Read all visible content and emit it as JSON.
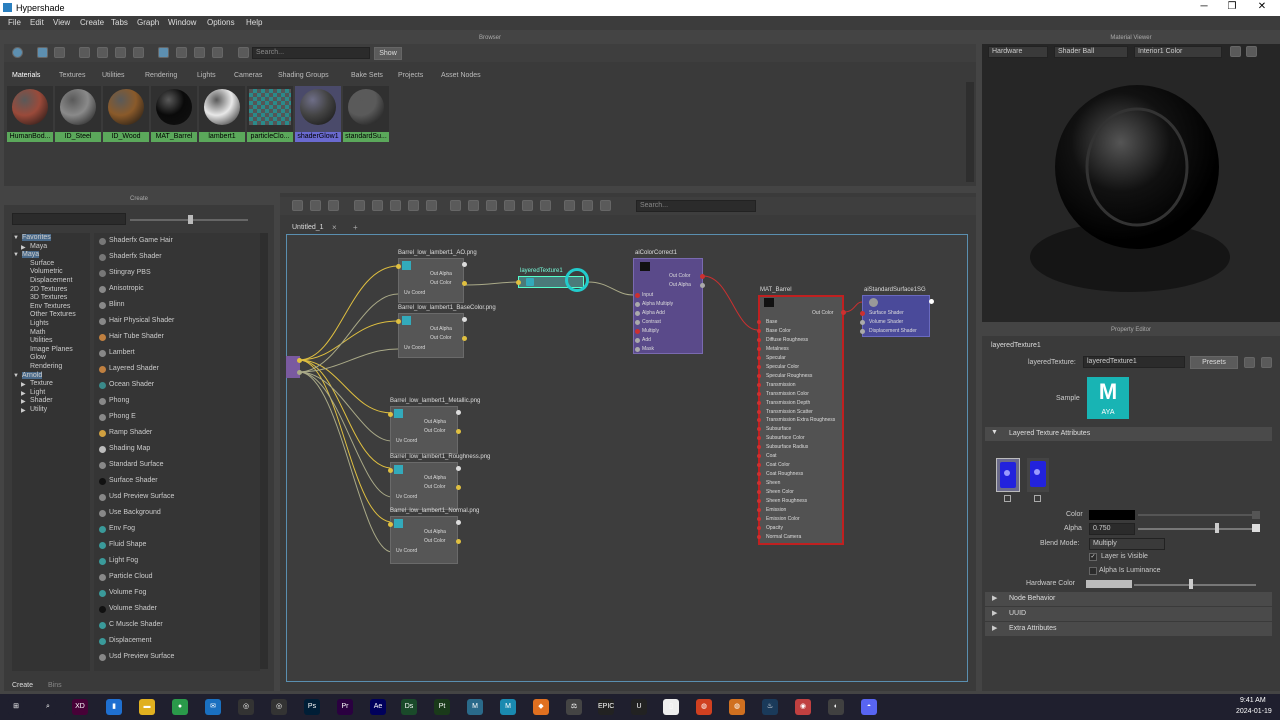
{
  "window": {
    "title": "Hypershade",
    "minimize": "─",
    "maximize": "❐",
    "close": "✕"
  },
  "menu": [
    "File",
    "Edit",
    "View",
    "Create",
    "Tabs",
    "Graph",
    "Window",
    "Options",
    "Help"
  ],
  "browser": {
    "header": "Browser",
    "search_placeholder": "Search...",
    "show_button": "Show",
    "tabs": [
      "Materials",
      "Textures",
      "Utilities",
      "Rendering",
      "Lights",
      "Cameras",
      "Shading Groups",
      "Bake Sets",
      "Projects",
      "Asset Nodes"
    ],
    "materials": [
      {
        "name": "HumanBod...",
        "color": "#9a4a3a"
      },
      {
        "name": "ID_Steel",
        "color": "#8a8a8a"
      },
      {
        "name": "ID_Wood",
        "color": "#8a5a2a"
      },
      {
        "name": "MAT_Barrel",
        "color": "#0a0a0a"
      },
      {
        "name": "lambert1",
        "color": "#e8e8e8"
      },
      {
        "name": "particleClo...",
        "color": "#2a8a8a"
      },
      {
        "name": "shaderGlow1",
        "color": "#444444"
      },
      {
        "name": "standardSu...",
        "color": "#5a5a5a"
      }
    ]
  },
  "material_viewer": {
    "header": "Material Viewer",
    "renderer": "Hardware",
    "mode": "Shader Ball",
    "env": "Interior1 Color"
  },
  "create": {
    "header": "Create",
    "tree": [
      {
        "label": "Favorites",
        "indent": 0,
        "expanded": true
      },
      {
        "label": "Maya",
        "indent": 1,
        "expanded": false
      },
      {
        "label": "Maya",
        "indent": 0,
        "expanded": true
      },
      {
        "label": "Surface",
        "indent": 1
      },
      {
        "label": "Volumetric",
        "indent": 1
      },
      {
        "label": "Displacement",
        "indent": 1
      },
      {
        "label": "2D Textures",
        "indent": 1
      },
      {
        "label": "3D Textures",
        "indent": 1
      },
      {
        "label": "Env Textures",
        "indent": 1
      },
      {
        "label": "Other Textures",
        "indent": 1
      },
      {
        "label": "Lights",
        "indent": 1
      },
      {
        "label": "Math",
        "indent": 1
      },
      {
        "label": "Utilities",
        "indent": 1
      },
      {
        "label": "Image Planes",
        "indent": 1
      },
      {
        "label": "Glow",
        "indent": 1
      },
      {
        "label": "Rendering",
        "indent": 1
      },
      {
        "label": "Arnold",
        "indent": 0,
        "expanded": true
      },
      {
        "label": "Texture",
        "indent": 1,
        "expanded": false
      },
      {
        "label": "Light",
        "indent": 1,
        "expanded": false
      },
      {
        "label": "Shader",
        "indent": 1,
        "expanded": false
      },
      {
        "label": "Utility",
        "indent": 1,
        "expanded": false
      }
    ],
    "items": [
      {
        "label": "Shaderfx Game Hair",
        "color": "#777"
      },
      {
        "label": "Shaderfx Shader",
        "color": "#777"
      },
      {
        "label": "Stingray PBS",
        "color": "#777"
      },
      {
        "label": "Anisotropic",
        "color": "#888"
      },
      {
        "label": "Blinn",
        "color": "#888"
      },
      {
        "label": "Hair Physical Shader",
        "color": "#888"
      },
      {
        "label": "Hair Tube Shader",
        "color": "#c08040"
      },
      {
        "label": "Lambert",
        "color": "#888"
      },
      {
        "label": "Layered Shader",
        "color": "#c08040"
      },
      {
        "label": "Ocean Shader",
        "color": "#3a8a8a"
      },
      {
        "label": "Phong",
        "color": "#888"
      },
      {
        "label": "Phong E",
        "color": "#888"
      },
      {
        "label": "Ramp Shader",
        "color": "#d0a040"
      },
      {
        "label": "Shading Map",
        "color": "#bbbbbb"
      },
      {
        "label": "Standard Surface",
        "color": "#888"
      },
      {
        "label": "Surface Shader",
        "color": "#111"
      },
      {
        "label": "Usd Preview Surface",
        "color": "#888"
      },
      {
        "label": "Use Background",
        "color": "#888"
      },
      {
        "label": "Env Fog",
        "color": "#3a9a9a"
      },
      {
        "label": "Fluid Shape",
        "color": "#3a9a9a"
      },
      {
        "label": "Light Fog",
        "color": "#3a9a9a"
      },
      {
        "label": "Particle Cloud",
        "color": "#888"
      },
      {
        "label": "Volume Fog",
        "color": "#3a9a9a"
      },
      {
        "label": "Volume Shader",
        "color": "#111"
      },
      {
        "label": "C Muscle Shader",
        "color": "#3a9a9a"
      },
      {
        "label": "Displacement",
        "color": "#3a9a9a"
      },
      {
        "label": "Usd Preview Surface",
        "color": "#888"
      }
    ],
    "bottom_tabs": [
      "Create",
      "Bins"
    ]
  },
  "graph": {
    "tab": "Untitled_1",
    "tab_close": "×",
    "add_tab": "+",
    "search_placeholder": "Search...",
    "nodes": {
      "ao": {
        "title": "Barrel_low_lambert1_AO.png"
      },
      "basecolor": {
        "title": "Barrel_low_lambert1_BaseColor.png"
      },
      "metallic": {
        "title": "Barrel_low_lambert1_Metallic.png"
      },
      "roughness": {
        "title": "Barrel_low_lambert1_Roughness.png"
      },
      "normal": {
        "title": "Barrel_low_lambert1_Normal.png"
      },
      "layered": {
        "title": "layeredTexture1"
      },
      "aicc": {
        "title": "aiColorCorrect1",
        "ports": [
          "Input",
          "Alpha Multiply",
          "Alpha Add",
          "Contrast",
          "Multiply",
          "Add",
          "Mask"
        ],
        "outs": [
          "Out Color",
          "Out Alpha"
        ]
      },
      "mat": {
        "title": "MAT_Barrel",
        "out": "Out Color",
        "ports": [
          "Base",
          "Base Color",
          "Diffuse Roughness",
          "Metalness",
          "Specular",
          "Specular Color",
          "Specular Roughness",
          "Transmission",
          "Transmission Color",
          "Transmission Depth",
          "Transmission Scatter",
          "Transmission Extra Roughness",
          "Subsurface",
          "Subsurface Color",
          "Subsurface Radius",
          "Coat",
          "Coat Color",
          "Coat Roughness",
          "Sheen",
          "Sheen Color",
          "Sheen Roughness",
          "Emission",
          "Emission Color",
          "Opacity",
          "Normal Camera"
        ]
      },
      "sg": {
        "title": "aiStandardSurface1SG",
        "ports": [
          "Surface Shader",
          "Volume Shader",
          "Displacement Shader"
        ]
      }
    },
    "port_labels": {
      "out_alpha": "Out Alpha",
      "out_color": "Out Color",
      "uv": "Uv Coord"
    }
  },
  "property_editor": {
    "header": "Property Editor",
    "node_name": "layeredTexture1",
    "type_label": "layeredTexture:",
    "type_value": "layeredTexture1",
    "presets": "Presets",
    "sample_label": "Sample",
    "sample_logo_top": "M",
    "sample_logo_bottom": "AYA",
    "section": "Layered Texture Attributes",
    "color_label": "Color",
    "alpha_label": "Alpha",
    "alpha_value": "0.750",
    "blend_label": "Blend Mode:",
    "blend_value": "Multiply",
    "layer_visible": "Layer is Visible",
    "alpha_lum": "Alpha Is Luminance",
    "hw_color": "Hardware Color",
    "collapsed": [
      "Node Behavior",
      "UUID",
      "Extra Attributes"
    ]
  },
  "taskbar": {
    "time": "9:41 AM",
    "date": "2024-01-19",
    "apps": [
      {
        "label": "⊞",
        "color": "#1f1f2e"
      },
      {
        "label": "⌕",
        "color": "#1f1f2e"
      },
      {
        "label": "XD",
        "color": "#470137"
      },
      {
        "label": "▮",
        "color": "#1f6fd0"
      },
      {
        "label": "▬",
        "color": "#e0b020"
      },
      {
        "label": "●",
        "color": "#2a9a4a"
      },
      {
        "label": "✉",
        "color": "#1a70c0"
      },
      {
        "label": "◎",
        "color": "#333"
      },
      {
        "label": "◎",
        "color": "#333"
      },
      {
        "label": "Ps",
        "color": "#001e36"
      },
      {
        "label": "Pr",
        "color": "#2a0040"
      },
      {
        "label": "Ae",
        "color": "#00005b"
      },
      {
        "label": "Ds",
        "color": "#1a4a2a"
      },
      {
        "label": "Pt",
        "color": "#1a3a1a"
      },
      {
        "label": "M",
        "color": "#2a6a8a"
      },
      {
        "label": "M",
        "color": "#1a8ab0"
      },
      {
        "label": "◆",
        "color": "#e07020"
      },
      {
        "label": "⚖",
        "color": "#444"
      },
      {
        "label": "EPIC",
        "color": "#222"
      },
      {
        "label": "U",
        "color": "#222"
      },
      {
        "label": "▯",
        "color": "#eee"
      },
      {
        "label": "◍",
        "color": "#d04020"
      },
      {
        "label": "◍",
        "color": "#d07020"
      },
      {
        "label": "♨",
        "color": "#1a3a5a"
      },
      {
        "label": "◉",
        "color": "#c04040"
      },
      {
        "label": "◐",
        "color": "#404040"
      },
      {
        "label": "◓",
        "color": "#5865f2"
      }
    ]
  }
}
